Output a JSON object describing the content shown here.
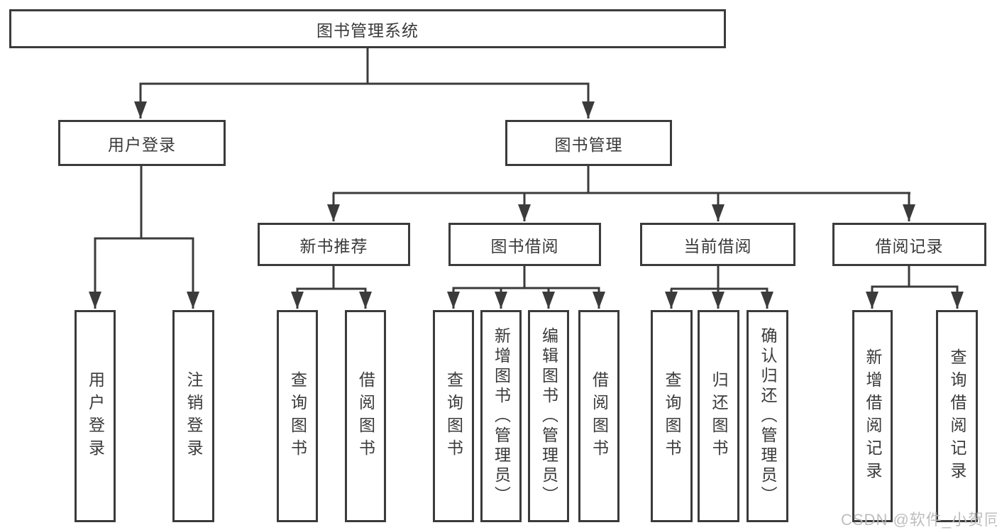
{
  "nodes": {
    "root": "图书管理系统",
    "user_login": "用户登录",
    "book_mgmt": "图书管理",
    "new_book_rec": "新书推荐",
    "book_borrow": "图书借阅",
    "current_borrow": "当前借阅",
    "borrow_records": "借阅记录",
    "user_login_leaf": "用户登录",
    "logout_leaf": "注销登录",
    "query_books_a": "查询图书",
    "borrow_books_a": "借阅图书",
    "query_books_b": "查询图书",
    "add_books": "新增图书（管理员）",
    "edit_books": "编辑图书（管理员）",
    "borrow_books_b": "借阅图书",
    "query_books_c": "查询图书",
    "return_books": "归还图书",
    "confirm_return": "确认归还（管理员）",
    "add_borrow_record": "新增借阅记录",
    "query_borrow_record": "查询借阅记录"
  },
  "watermark": {
    "text": "CSDN @软件_小贺同学"
  },
  "colors": {
    "line": "#3b3b3b",
    "text": "#3a3a3a",
    "box_background": "#ffffff",
    "watermark": "#b9b9b9",
    "page_background": "#ffffff"
  }
}
